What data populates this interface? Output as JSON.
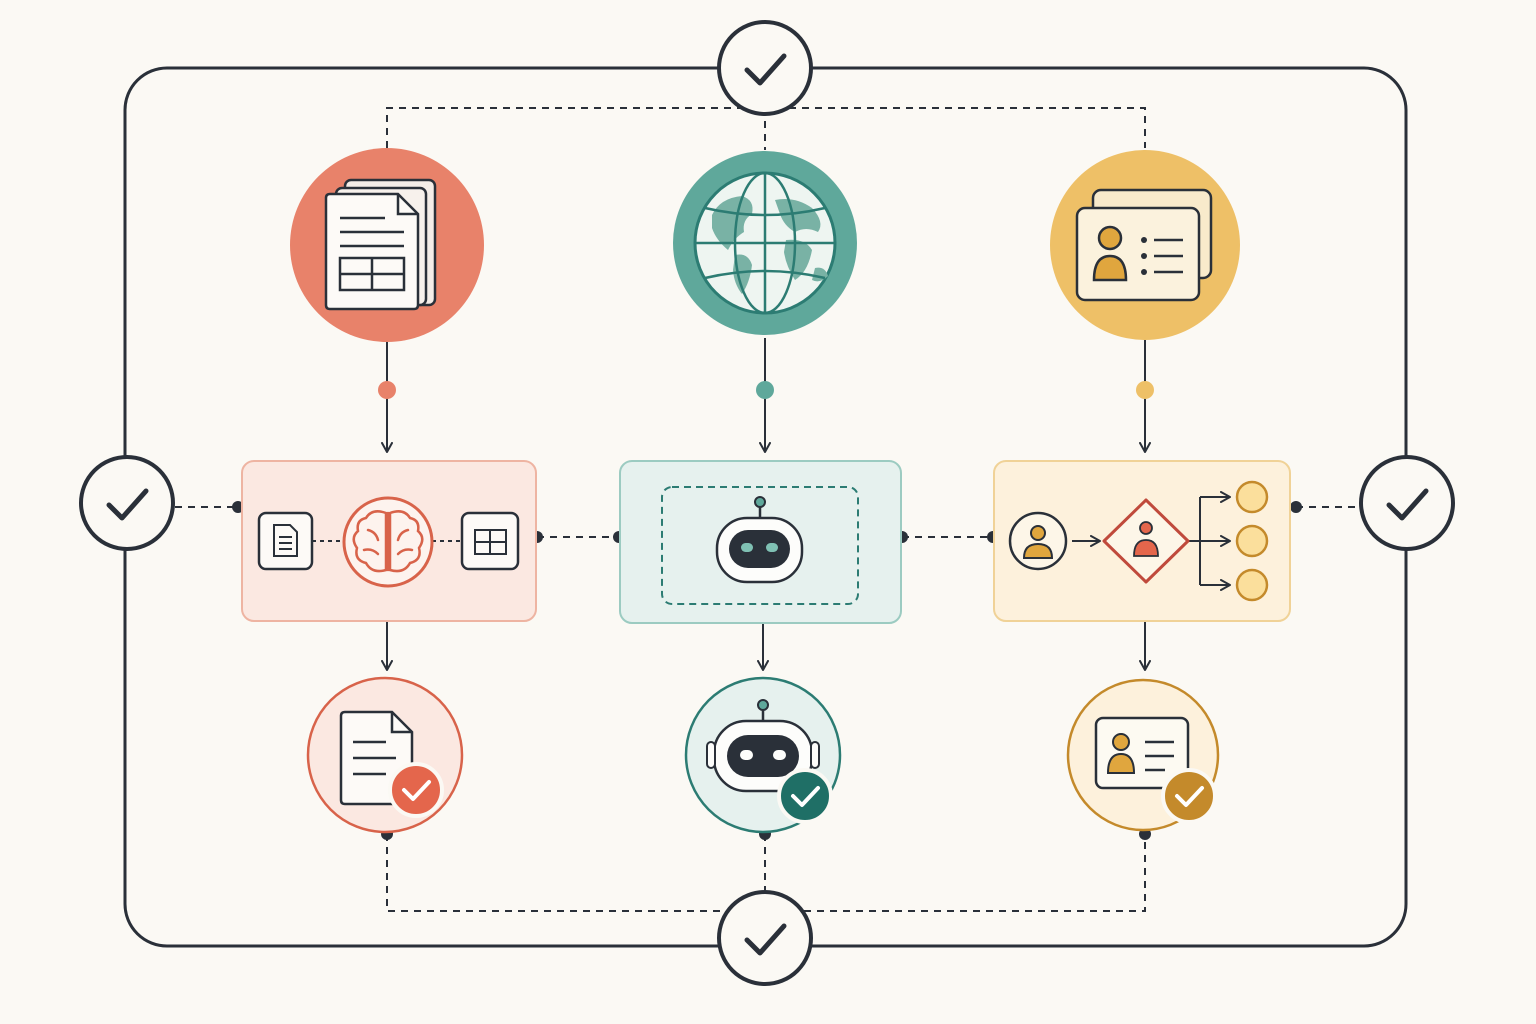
{
  "colors": {
    "background": "#fbf9f4",
    "ink": "#2a3039",
    "coral": "#e8826a",
    "coral_dark": "#d8634a",
    "coral_soft": "#fbe8e1",
    "teal": "#5fa89b",
    "teal_dark": "#2c7c73",
    "teal_soft": "#e6f1ee",
    "gold": "#eec067",
    "gold_dark": "#c48a2b",
    "gold_soft": "#fdf1dc"
  },
  "diagram": {
    "checkpoints": [
      "check-icon",
      "check-icon",
      "check-icon",
      "check-icon"
    ],
    "lanes": [
      {
        "id": "documents",
        "source_icon": "documents-spreadsheet-icon",
        "process_icons": [
          "document-icon",
          "brain-icon",
          "table-icon"
        ],
        "result_icon": "verified-document-icon"
      },
      {
        "id": "web",
        "source_icon": "globe-icon",
        "process_icons": [
          "robot-icon"
        ],
        "result_icon": "verified-robot-icon"
      },
      {
        "id": "identity",
        "source_icon": "id-cards-icon",
        "process_icons": [
          "user-icon",
          "decision-diamond-icon",
          "branch-outputs-icon"
        ],
        "result_icon": "verified-id-card-icon"
      }
    ]
  }
}
